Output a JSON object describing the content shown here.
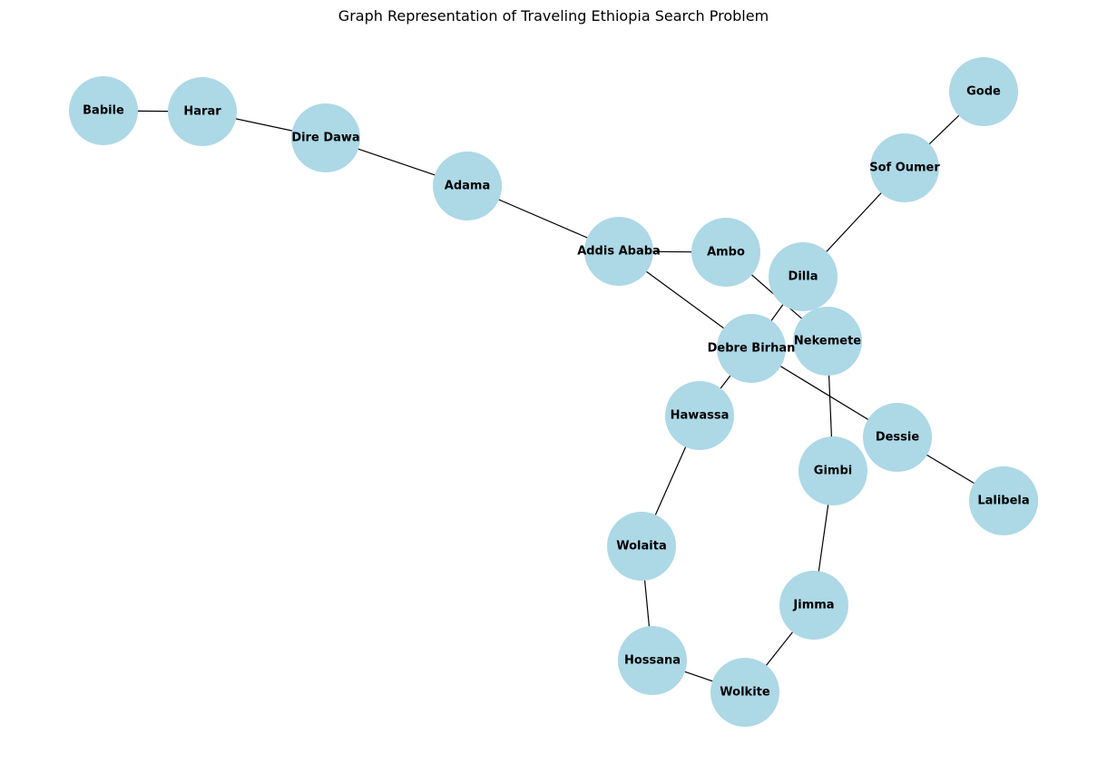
{
  "title": "Graph Representation of Traveling Ethiopia Search Problem",
  "colors": {
    "node_fill": "#add8e6",
    "edge": "#000000",
    "label": "#000000"
  },
  "nodes": [
    {
      "id": "babile",
      "label": "Babile"
    },
    {
      "id": "harar",
      "label": "Harar"
    },
    {
      "id": "dire-dawa",
      "label": "Dire Dawa"
    },
    {
      "id": "adama",
      "label": "Adama"
    },
    {
      "id": "addis-ababa",
      "label": "Addis Ababa"
    },
    {
      "id": "ambo",
      "label": "Ambo"
    },
    {
      "id": "dilla",
      "label": "Dilla"
    },
    {
      "id": "sof-oumer",
      "label": "Sof Oumer"
    },
    {
      "id": "gode",
      "label": "Gode"
    },
    {
      "id": "nekemete",
      "label": "Nekemete"
    },
    {
      "id": "debre-birhan",
      "label": "Debre Birhan"
    },
    {
      "id": "hawassa",
      "label": "Hawassa"
    },
    {
      "id": "dessie",
      "label": "Dessie"
    },
    {
      "id": "lalibela",
      "label": "Lalibela"
    },
    {
      "id": "gimbi",
      "label": "Gimbi"
    },
    {
      "id": "wolaita",
      "label": "Wolaita"
    },
    {
      "id": "jimma",
      "label": "Jimma"
    },
    {
      "id": "hossana",
      "label": "Hossana"
    },
    {
      "id": "wolkite",
      "label": "Wolkite"
    }
  ],
  "edges": [
    {
      "source": "babile",
      "target": "harar"
    },
    {
      "source": "harar",
      "target": "dire-dawa"
    },
    {
      "source": "dire-dawa",
      "target": "adama"
    },
    {
      "source": "adama",
      "target": "addis-ababa"
    },
    {
      "source": "addis-ababa",
      "target": "ambo"
    },
    {
      "source": "addis-ababa",
      "target": "debre-birhan"
    },
    {
      "source": "ambo",
      "target": "nekemete"
    },
    {
      "source": "nekemete",
      "target": "gimbi"
    },
    {
      "source": "gimbi",
      "target": "jimma"
    },
    {
      "source": "jimma",
      "target": "wolkite"
    },
    {
      "source": "wolkite",
      "target": "hossana"
    },
    {
      "source": "hossana",
      "target": "wolaita"
    },
    {
      "source": "wolaita",
      "target": "hawassa"
    },
    {
      "source": "hawassa",
      "target": "debre-birhan"
    },
    {
      "source": "debre-birhan",
      "target": "dilla"
    },
    {
      "source": "dilla",
      "target": "sof-oumer"
    },
    {
      "source": "sof-oumer",
      "target": "gode"
    },
    {
      "source": "debre-birhan",
      "target": "dessie"
    },
    {
      "source": "dessie",
      "target": "lalibela"
    }
  ]
}
